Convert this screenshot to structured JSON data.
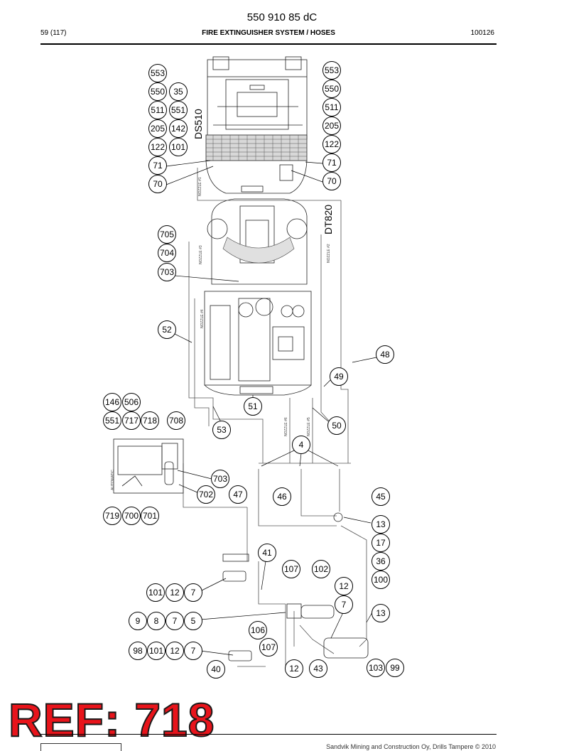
{
  "header": {
    "doc_number": "550 910 85 dC",
    "page_number": "59 (117)",
    "section_title": "FIRE EXTINGUISHER SYSTEM / HOSES",
    "date_code": "100126"
  },
  "footer": {
    "copyright": "Sandvik Mining and Construction Oy, Drills Tampere © 2010"
  },
  "ref_label": "REF: 718",
  "side_labels": [
    "DS510",
    "DT820"
  ],
  "nozzle_labels": [
    "NOZZLE #1",
    "NOZZLE #2",
    "NOZZLE #3",
    "NOZZLE #4",
    "NOZZLE #5",
    "NOZZLE #6"
  ],
  "small_labels": [
    "AUTOMATIC"
  ],
  "callouts": [
    {
      "id": "c553a",
      "label": "553"
    },
    {
      "id": "c550a",
      "label": "550"
    },
    {
      "id": "c35",
      "label": "35"
    },
    {
      "id": "c511a",
      "label": "511"
    },
    {
      "id": "c551a",
      "label": "551"
    },
    {
      "id": "c205a",
      "label": "205"
    },
    {
      "id": "c142",
      "label": "142"
    },
    {
      "id": "c122a",
      "label": "122"
    },
    {
      "id": "c101a",
      "label": "101"
    },
    {
      "id": "c71a",
      "label": "71"
    },
    {
      "id": "c70a",
      "label": "70"
    },
    {
      "id": "c553b",
      "label": "553"
    },
    {
      "id": "c550b",
      "label": "550"
    },
    {
      "id": "c511b",
      "label": "511"
    },
    {
      "id": "c205b",
      "label": "205"
    },
    {
      "id": "c122b",
      "label": "122"
    },
    {
      "id": "c71b",
      "label": "71"
    },
    {
      "id": "c70b",
      "label": "70"
    },
    {
      "id": "c705",
      "label": "705"
    },
    {
      "id": "c704",
      "label": "704"
    },
    {
      "id": "c703a",
      "label": "703"
    },
    {
      "id": "c52",
      "label": "52"
    },
    {
      "id": "c48",
      "label": "48"
    },
    {
      "id": "c49",
      "label": "49"
    },
    {
      "id": "c51",
      "label": "51"
    },
    {
      "id": "c50",
      "label": "50"
    },
    {
      "id": "c53",
      "label": "53"
    },
    {
      "id": "c146",
      "label": "146"
    },
    {
      "id": "c506",
      "label": "506"
    },
    {
      "id": "c551b",
      "label": "551"
    },
    {
      "id": "c717",
      "label": "717"
    },
    {
      "id": "c718",
      "label": "718"
    },
    {
      "id": "c708",
      "label": "708"
    },
    {
      "id": "c4",
      "label": "4"
    },
    {
      "id": "c703b",
      "label": "703"
    },
    {
      "id": "c702",
      "label": "702"
    },
    {
      "id": "c47",
      "label": "47"
    },
    {
      "id": "c46",
      "label": "46"
    },
    {
      "id": "c45",
      "label": "45"
    },
    {
      "id": "c719",
      "label": "719"
    },
    {
      "id": "c700",
      "label": "700"
    },
    {
      "id": "c701",
      "label": "701"
    },
    {
      "id": "c13a",
      "label": "13"
    },
    {
      "id": "c17",
      "label": "17"
    },
    {
      "id": "c36",
      "label": "36"
    },
    {
      "id": "c100",
      "label": "100"
    },
    {
      "id": "c41",
      "label": "41"
    },
    {
      "id": "c107a",
      "label": "107"
    },
    {
      "id": "c102",
      "label": "102"
    },
    {
      "id": "c12a",
      "label": "12"
    },
    {
      "id": "c101b",
      "label": "101"
    },
    {
      "id": "c12b",
      "label": "12"
    },
    {
      "id": "c7a",
      "label": "7"
    },
    {
      "id": "c7b",
      "label": "7"
    },
    {
      "id": "c13b",
      "label": "13"
    },
    {
      "id": "c9",
      "label": "9"
    },
    {
      "id": "c8",
      "label": "8"
    },
    {
      "id": "c7c",
      "label": "7"
    },
    {
      "id": "c5",
      "label": "5"
    },
    {
      "id": "c106",
      "label": "106"
    },
    {
      "id": "c107b",
      "label": "107"
    },
    {
      "id": "c98",
      "label": "98"
    },
    {
      "id": "c101c",
      "label": "101"
    },
    {
      "id": "c12c",
      "label": "12"
    },
    {
      "id": "c7d",
      "label": "7"
    },
    {
      "id": "c40",
      "label": "40"
    },
    {
      "id": "c12d",
      "label": "12"
    },
    {
      "id": "c43",
      "label": "43"
    },
    {
      "id": "c103",
      "label": "103"
    },
    {
      "id": "c99",
      "label": "99"
    }
  ]
}
